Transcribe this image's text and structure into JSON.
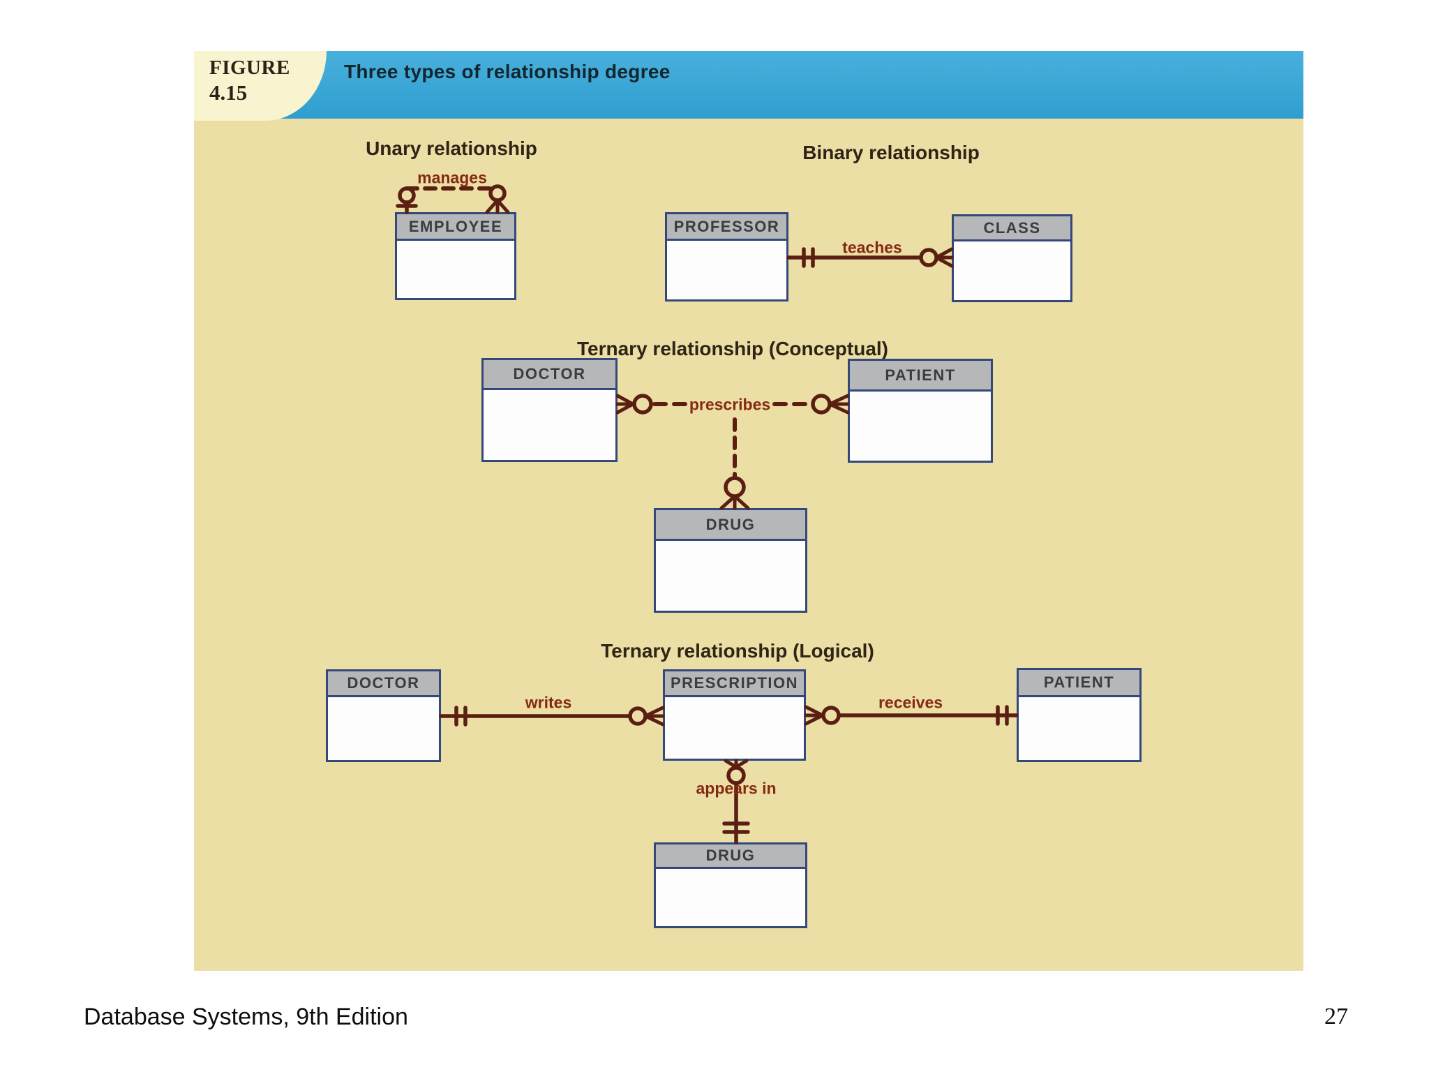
{
  "figure": {
    "label_top": "FIGURE",
    "label_number": "4.15",
    "title": "Three types of relationship degree"
  },
  "headings": {
    "unary": "Unary relationship",
    "binary": "Binary relationship",
    "ternary_conceptual": "Ternary relationship (Conceptual)",
    "ternary_logical": "Ternary relationship (Logical)"
  },
  "entities": {
    "employee": "EMPLOYEE",
    "professor": "PROFESSOR",
    "class": "CLASS",
    "doctor_conceptual": "DOCTOR",
    "patient_conceptual": "PATIENT",
    "drug_conceptual": "DRUG",
    "doctor_logical": "DOCTOR",
    "prescription": "PRESCRIPTION",
    "patient_logical": "PATIENT",
    "drug_logical": "DRUG"
  },
  "relationships": {
    "manages": "manages",
    "teaches": "teaches",
    "prescribes": "prescribes",
    "writes": "writes",
    "receives": "receives",
    "appears_in": "appears in"
  },
  "footer": {
    "book": "Database Systems, 9th Edition",
    "page": "27"
  },
  "colors": {
    "header_bar_blue": "#3da7d6",
    "figure_tab_cream": "#f9f4d0",
    "canvas_tan": "#ecdfa5",
    "entity_border_navy": "#34487c",
    "entity_header_gray": "#b5b7b9",
    "relationship_line_maroon": "#5a1f12",
    "relationship_label_red": "#852914"
  }
}
